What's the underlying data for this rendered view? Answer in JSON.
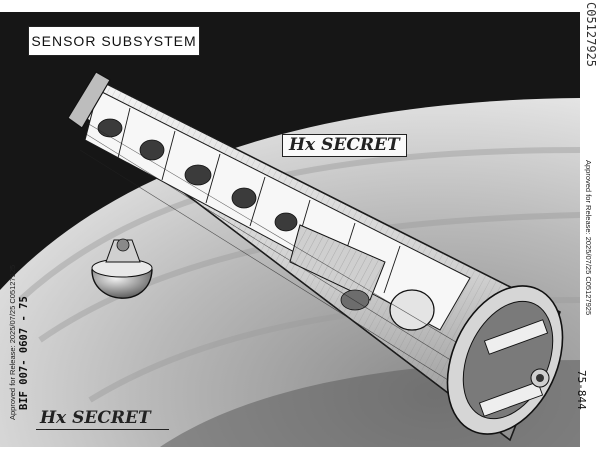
{
  "title": "SENSOR SUBSYSTEM",
  "stamp_top": "Hx SECRET",
  "stamp_bottom": "Hx SECRET",
  "release_left": "Approved for Release: 2025/07/25 C05127925",
  "release_right": "Approved for Release: 2025/07/25 C05127925",
  "doc_id": "C05127925",
  "bif_code": "BIF 007- 0607 - 75",
  "page_code": "75-844",
  "colors": {
    "space": "#161616",
    "earth_light": "#d9d9d9",
    "earth_dark": "#6a6a6a",
    "ink": "#1a1a1a"
  },
  "icons": {
    "spacecraft": "satellite-cutaway-illustration",
    "capsule": "recovery-capsule-illustration"
  }
}
